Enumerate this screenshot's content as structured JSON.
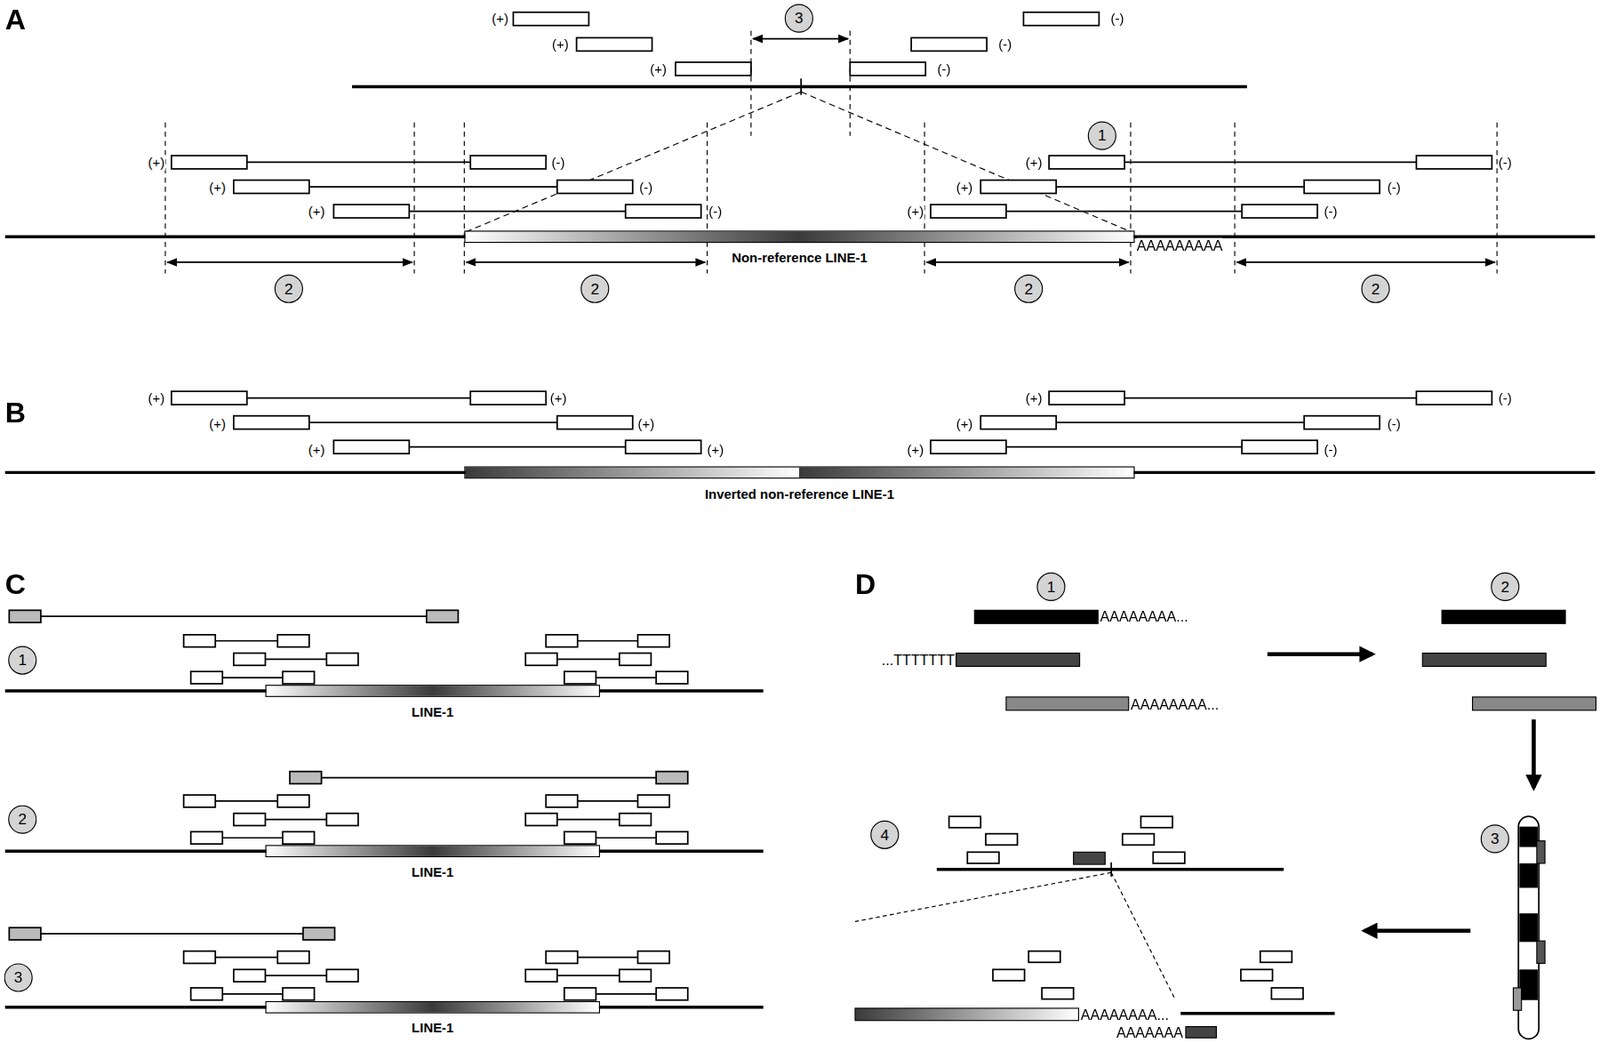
{
  "diagram": {
    "nodes": [
      {
        "text": [
          "Non-reference LINE-1"
        ]
      },
      {
        "text": [
          "Inverted non-reference LINE-1"
        ]
      },
      {
        "text": [
          "LINE-1"
        ]
      },
      {
        "text": [
          "LINE-1"
        ]
      },
      {
        "text": [
          "LINE-1"
        ]
      }
    ],
    "labels": [
      "A",
      "(+)",
      "(+)",
      "(+)",
      "3",
      "(-)",
      "(-)",
      "(-)",
      "1",
      "(+)",
      "(-)",
      "(+)",
      "(-)",
      "(+)",
      "(-)",
      "(+)",
      "(-)",
      "(+)",
      "(-)",
      "(+)",
      "(-)",
      "AAAAAAAAA",
      "2",
      "2",
      "2",
      "2",
      "B",
      "(+)",
      "(+)",
      "(+)",
      "(-)",
      "(+)",
      "(+)",
      "(+)",
      "(-)",
      "(+)",
      "(+)",
      "(+)",
      "(-)",
      "C",
      "D",
      "1",
      "2",
      "AAAAAAAA...",
      "...TTTTTTT",
      "AAAAAAAA...",
      "1",
      "2",
      "3",
      "3",
      "4",
      "AAAAAAAA...",
      "AAAAAAA"
    ]
  }
}
